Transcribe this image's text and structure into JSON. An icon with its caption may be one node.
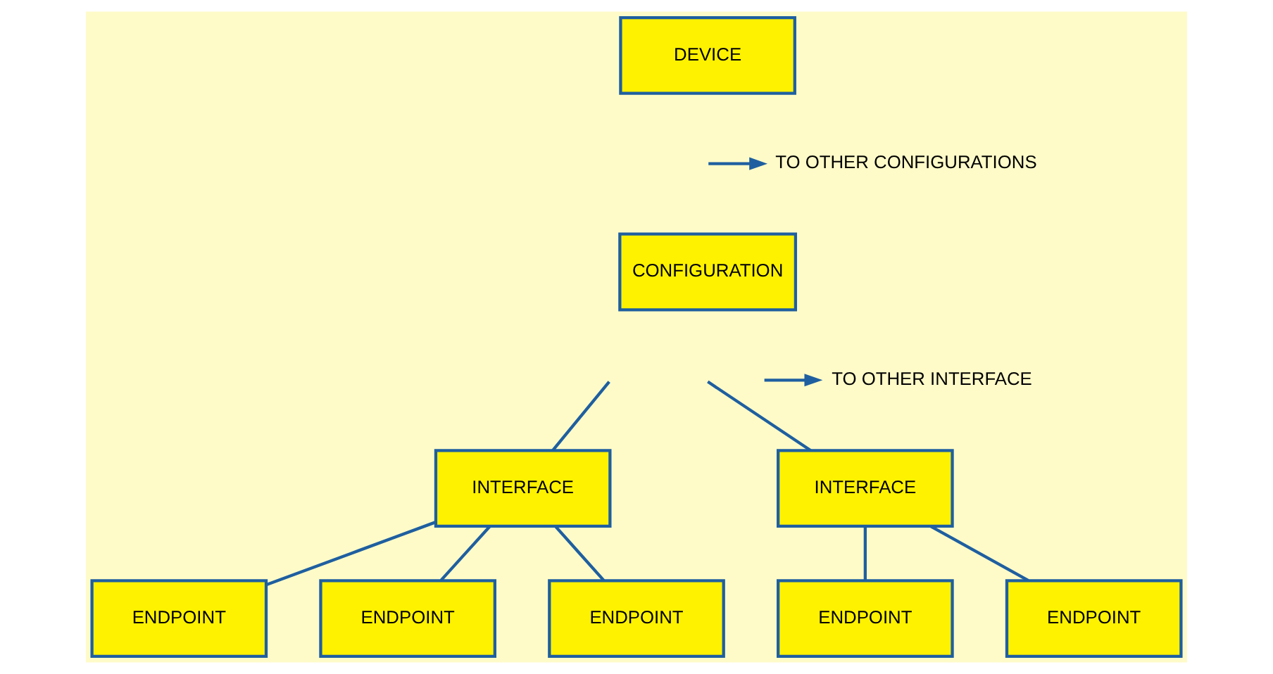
{
  "diagram": {
    "nodes": [
      {
        "text": [
          "DEVICE"
        ]
      },
      {
        "text": [
          "TO OTHER CONFIGURATIONS"
        ]
      },
      {
        "text": [
          "CONFIGURATION"
        ]
      },
      {
        "text": [
          "TO OTHER INTERFACE"
        ]
      },
      {
        "text": [
          "INTERFACE"
        ]
      },
      {
        "text": [
          "INTERFACE"
        ]
      },
      {
        "text": [
          "ENDPOINT"
        ]
      },
      {
        "text": [
          "ENDPOINT"
        ]
      },
      {
        "text": [
          "ENDPOINT"
        ]
      },
      {
        "text": [
          "ENDPOINT"
        ]
      },
      {
        "text": [
          "ENDPOINT"
        ]
      }
    ],
    "edges": [
      {
        "from": null,
        "to": 1,
        "arrow": "to"
      },
      {
        "from": null,
        "to": 4,
        "arrow": "none"
      },
      {
        "from": null,
        "to": 5,
        "arrow": "none"
      },
      {
        "from": null,
        "to": 3,
        "arrow": "to"
      },
      {
        "from": 4,
        "to": 6,
        "arrow": "none"
      },
      {
        "from": 4,
        "to": 7,
        "arrow": "none"
      },
      {
        "from": 4,
        "to": 8,
        "arrow": "none"
      },
      {
        "from": 5,
        "to": 9,
        "arrow": "none"
      },
      {
        "from": 5,
        "to": 10,
        "arrow": "none"
      }
    ]
  }
}
